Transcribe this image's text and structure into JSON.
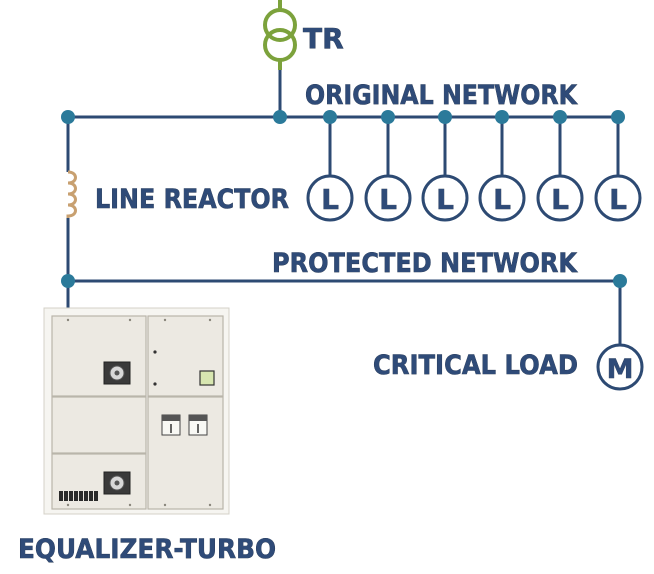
{
  "labels": {
    "transformer": "TR",
    "original_network": "ORIGINAL NETWORK",
    "line_reactor": "LINE REACTOR",
    "protected_network": "PROTECTED NETWORK",
    "critical_load": "CRITICAL LOAD",
    "equalizer": "EQUALIZER-TURBO"
  },
  "loads": [
    "L",
    "L",
    "L",
    "L",
    "L",
    "L"
  ],
  "motor": "M",
  "colors": {
    "line": "#2d4a73",
    "node": "#2b7a9a",
    "transformer": "#7ca23c",
    "label": "#2f4b78",
    "cabinet": "#ece9e2"
  }
}
